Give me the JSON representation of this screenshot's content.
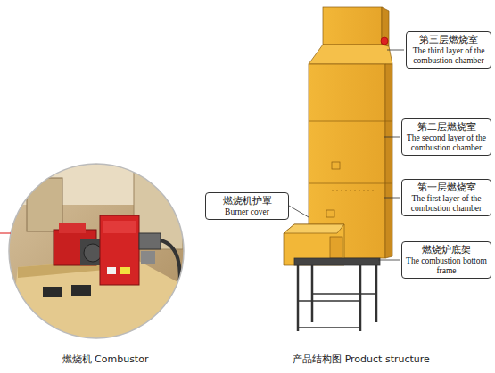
{
  "diagram": {
    "nodes": [
      {
        "text": [
          "第三层燃烧室",
          "The third layer of the combustion chamber"
        ]
      },
      {
        "text": [
          "第二层燃烧室",
          "The second layer of the combustion chamber"
        ]
      },
      {
        "text": [
          "第一层燃烧室",
          "The first layer of the combustion chamber"
        ]
      },
      {
        "text": [
          "燃烧机护罩",
          "Burner cover"
        ]
      },
      {
        "text": [
          "燃烧炉底架",
          "The combustion bottom frame"
        ]
      }
    ],
    "labels": [
      "燃烧机 Combustor",
      "产品结构图 Product structure"
    ]
  }
}
